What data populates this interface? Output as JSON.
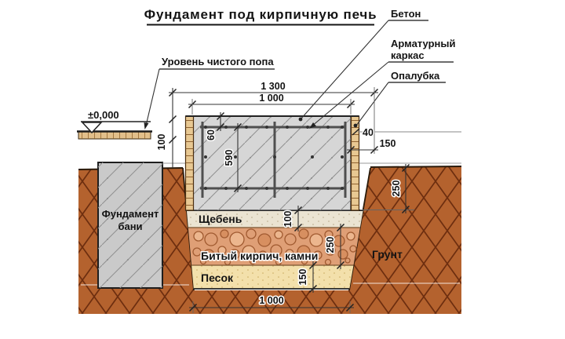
{
  "title": "Фундамент под кирпичную печь",
  "callouts": {
    "beton": "Бетон",
    "armature_line1": "Арматурный",
    "armature_line2": "каркас",
    "opalubka": "Опалубка",
    "floor_level": "Уровень чистого попа",
    "zero_mark": "±0,000"
  },
  "labels": {
    "bath_foundation_line1": "Фундамент",
    "bath_foundation_line2": "бани",
    "gravel": "Щебень",
    "broken_brick": "Битый кирпич, камни",
    "sand": "Песок",
    "soil": "Грунт"
  },
  "dimensions": {
    "width_outer": "1 300",
    "width_inner": "1 000",
    "floor_offset": "100",
    "rebar_top_offset": "60",
    "rebar_cage_height": "590",
    "formwork_thickness": "40",
    "side_margin": "150",
    "pit_depth_right": "250",
    "gravel_thickness": "100",
    "brick_layer_thickness": "250",
    "sand_thickness": "150",
    "pit_bottom_width": "1 000"
  },
  "colors": {
    "soil": "#b4622e",
    "soil_hatch": "#6d2e0f",
    "concrete": "#d6d6d6",
    "wood": "#e8c892",
    "gravel_layer": "#ebe4d2",
    "brick_layer": "#df9f76",
    "sand_layer": "#f3e0ab",
    "rebar": "#4f4f4f"
  }
}
